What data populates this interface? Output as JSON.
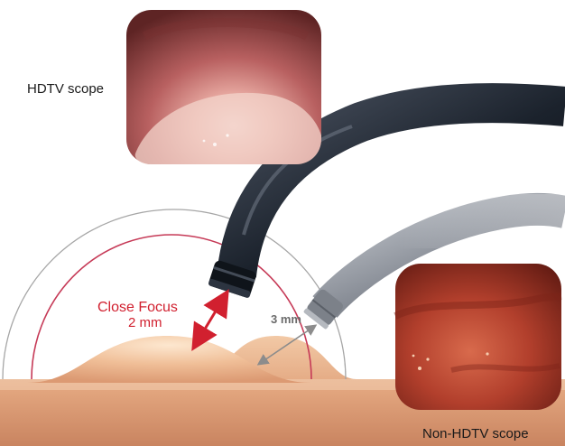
{
  "labels": {
    "hdtv_scope": "HDTV scope",
    "non_hdtv_scope": "Non-HDTV scope",
    "close_focus": "Close Focus",
    "close_focus_distance": "2 mm",
    "non_hdtv_distance": "3 mm"
  },
  "colors": {
    "accent_red": "#d1202f",
    "scope_dark": "#1c2430",
    "scope_gray": "#8a8f98",
    "tissue": "#e9b48f",
    "arrow_gray": "#8c8c8c"
  }
}
